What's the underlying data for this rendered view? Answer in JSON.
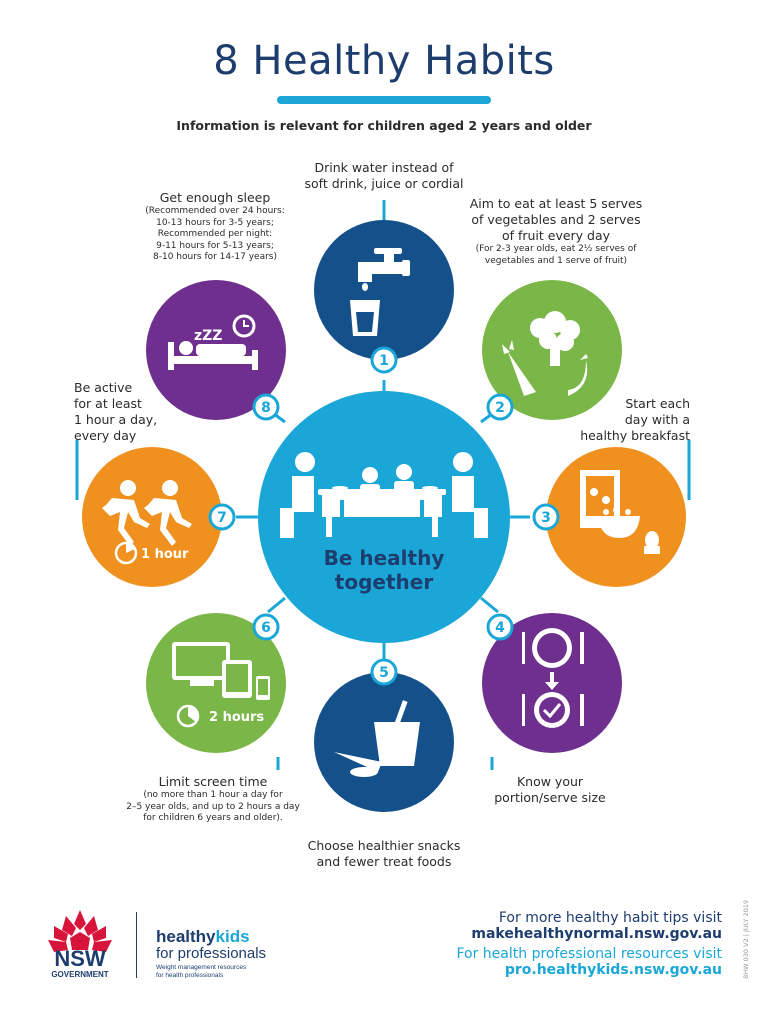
{
  "header": {
    "title": "8 Healthy Habits",
    "subtitle": "Information is relevant for children aged 2 years and older"
  },
  "center": {
    "label_line1": "Be healthy",
    "label_line2": "together"
  },
  "habits": [
    {
      "number": "1",
      "line1": "Drink water instead of",
      "line2": "soft drink, juice or cordial"
    },
    {
      "number": "2",
      "line1": "Aim to eat at least 5 serves",
      "line2": "of vegetables and 2 serves",
      "line3": "of fruit every day",
      "note1": "(For 2-3 year olds, eat 2½ serves of",
      "note2": "vegetables and 1 serve of fruit)"
    },
    {
      "number": "3",
      "line1": "Start each",
      "line2": "day with a",
      "line3": "healthy breakfast"
    },
    {
      "number": "4",
      "line1": "Know your",
      "line2": "portion/serve size"
    },
    {
      "number": "5",
      "line1": "Choose healthier snacks",
      "line2": "and fewer treat foods"
    },
    {
      "number": "6",
      "line1": "Limit screen time",
      "note1": "(no more than 1 hour a day for",
      "note2": "2–5 year olds, and up to 2 hours a day",
      "note3": "for children 6 years and older).",
      "badge": "2 hours"
    },
    {
      "number": "7",
      "line1": "Be active",
      "line2": "for at least",
      "line3": "1 hour a day,",
      "line4": "every day",
      "badge": "1 hour"
    },
    {
      "number": "8",
      "line1": "Get enough sleep",
      "note1": "(Recommended over 24 hours:",
      "note2": "10-13 hours for 3-5 years;",
      "note3": "Recommended per night:",
      "note4": "9-11 hours for 5-13 years;",
      "note5": "8-10 hours for 14-17 years)"
    }
  ],
  "icons": {
    "sleep_text": "zZZ"
  },
  "colors": {
    "navy": "#1d3d6e",
    "cyan": "#1aa7d8",
    "purple": "#6e2f8e",
    "green": "#7ab648",
    "orange": "#f0901e",
    "dark_blue": "#14508a",
    "nsw_red": "#d7153a"
  },
  "footer": {
    "nsw_line1": "NSW",
    "nsw_line2": "GOVERNMENT",
    "hk_healthy": "healthy",
    "hk_kids": "kids",
    "hk_for": "for professionals",
    "hk_tag1": "Weight management resources",
    "hk_tag2": "for health professionals",
    "tip_line": "For more healthy habit tips visit",
    "tip_url": "makehealthynormal.nsw.gov.au",
    "pro_line": "For health professional resources visit",
    "pro_url": "pro.healthykids.nsw.gov.au",
    "side_note": "8HW 030 V2 | JULY 2019"
  }
}
